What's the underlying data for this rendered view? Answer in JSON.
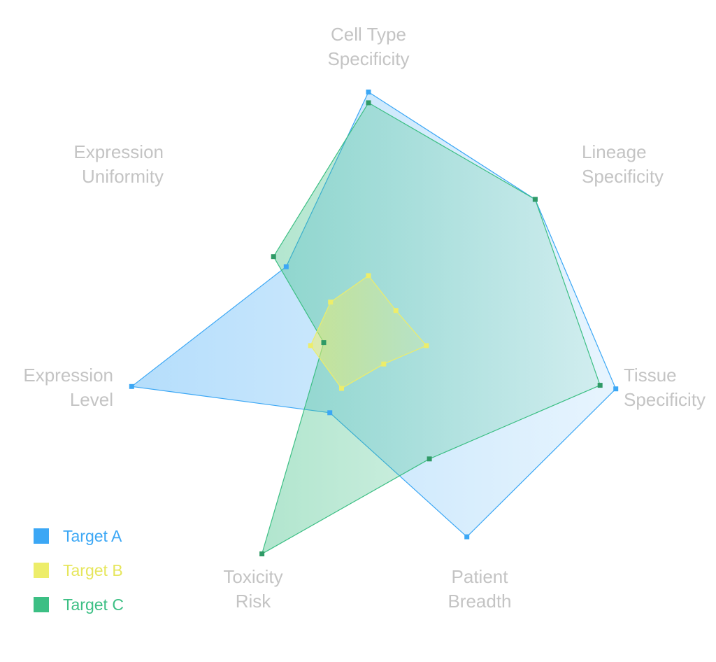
{
  "chart_data": {
    "type": "radar",
    "axes": [
      [
        "Cell Type",
        "Specificity"
      ],
      [
        "Lineage",
        "Specificity"
      ],
      [
        "Tissue",
        "Specificity"
      ],
      [
        "Patient",
        "Breadth"
      ],
      [
        "Toxicity",
        "Risk"
      ],
      [
        "Expression",
        "Level"
      ],
      [
        "Expression",
        "Uniformity"
      ]
    ],
    "range": [
      0,
      1
    ],
    "grid": false,
    "legend_position": "bottom-left",
    "series": [
      {
        "name": "Target A",
        "color": "#3ba7f5",
        "fill": "#3ba7f5",
        "values": [
          0.89,
          0.79,
          0.94,
          0.84,
          0.33,
          0.9,
          0.39
        ]
      },
      {
        "name": "Target B",
        "color": "#eded6a",
        "fill": "#eded6a",
        "values": [
          0.21,
          0.13,
          0.22,
          0.13,
          0.23,
          0.22,
          0.18
        ]
      },
      {
        "name": "Target C",
        "color": "#3cbf84",
        "fill": "#3cbf84",
        "values": [
          0.85,
          0.79,
          0.88,
          0.52,
          0.91,
          0.17,
          0.45
        ]
      }
    ]
  }
}
